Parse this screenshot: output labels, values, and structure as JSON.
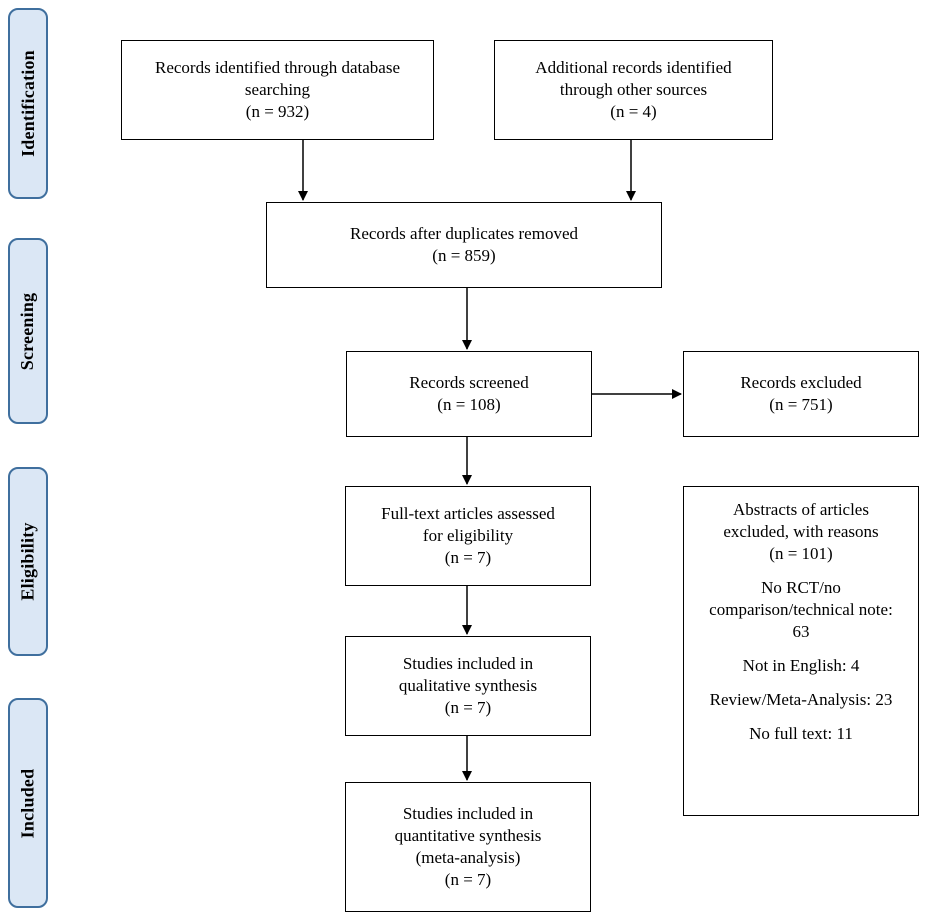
{
  "phases": {
    "identification": "Identification",
    "screening": "Screening",
    "eligibility": "Eligibility",
    "included": "Included"
  },
  "boxes": {
    "database": {
      "lines": [
        "Records identified through database",
        "searching",
        "(n = 932)"
      ]
    },
    "other_sources": {
      "lines": [
        "Additional records identified",
        "through other sources",
        "(n = 4)"
      ]
    },
    "duplicates_removed": {
      "lines": [
        "Records after duplicates removed",
        "(n = 859)"
      ]
    },
    "screened": {
      "lines": [
        "Records screened",
        "(n = 108)"
      ]
    },
    "excluded": {
      "lines": [
        "Records excluded",
        "(n = 751)"
      ]
    },
    "full_text": {
      "lines": [
        "Full-text articles assessed",
        "for eligibility",
        "(n = 7)"
      ]
    },
    "qualitative": {
      "lines": [
        "Studies included in",
        "qualitative synthesis",
        "(n = 7)"
      ]
    },
    "quantitative": {
      "lines": [
        "Studies included in",
        "quantitative synthesis",
        "(meta-analysis)",
        "(n = 7)"
      ]
    },
    "abstracts_excluded": {
      "heading": [
        "Abstracts of articles",
        "excluded, with reasons",
        "(n = 101)"
      ],
      "reasons": [
        "No RCT/no",
        "comparison/technical note:",
        "63"
      ],
      "reason_english": "Not in English: 4",
      "reason_review": "Review/Meta-Analysis: 23",
      "reason_fulltext": "No full text: 11"
    }
  }
}
